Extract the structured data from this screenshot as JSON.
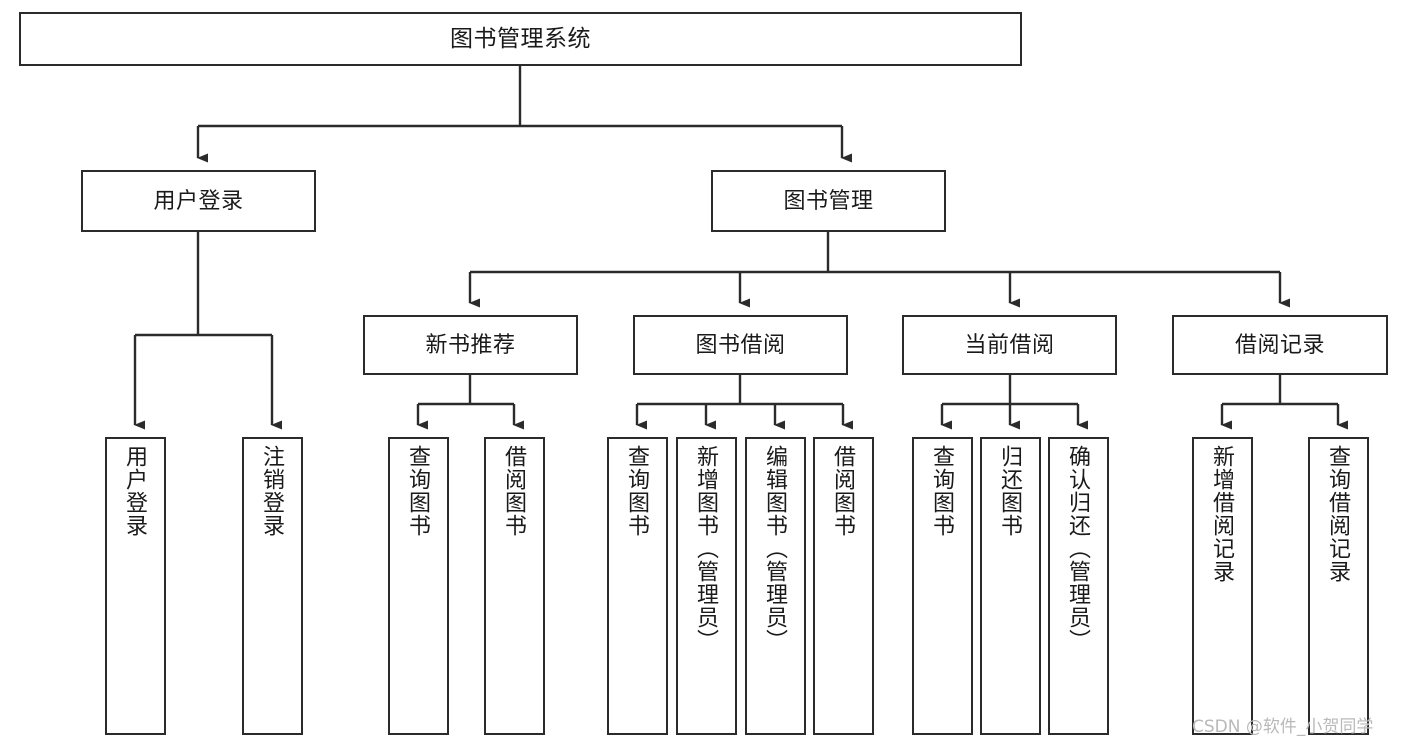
{
  "diagram": {
    "type": "tree",
    "title": "图书管理系统",
    "orientation": "top-down",
    "colors": {
      "box_border": "#2b2b2b",
      "box_fill": "#ffffff",
      "edge": "#2b2b2b",
      "text": "#1a1a1a",
      "watermark": "#b9b9b9",
      "background": "#ffffff"
    }
  },
  "watermark": {
    "text": "CSDN @软件_小贺同学"
  },
  "nodes": {
    "root": {
      "label": "图书管理系统"
    },
    "level2": [
      {
        "id": "user-login",
        "label": "用户登录"
      },
      {
        "id": "book-manage",
        "label": "图书管理"
      }
    ],
    "level3": [
      {
        "id": "new-book-recommend",
        "label": "新书推荐"
      },
      {
        "id": "book-borrow",
        "label": "图书借阅"
      },
      {
        "id": "current-borrow",
        "label": "当前借阅"
      },
      {
        "id": "borrow-record",
        "label": "借阅记录"
      }
    ],
    "leaves": {
      "user-login": [
        {
          "id": "leaf-user-login",
          "label": "用户登录"
        },
        {
          "id": "leaf-logout-login",
          "label": "注销登录"
        }
      ],
      "new-book-recommend": [
        {
          "id": "leaf-query-book-1",
          "label": "查询图书"
        },
        {
          "id": "leaf-borrow-book-1",
          "label": "借阅图书"
        }
      ],
      "book-borrow": [
        {
          "id": "leaf-query-book-2",
          "label": "查询图书"
        },
        {
          "id": "leaf-add-book",
          "label": "新增图书（管理员）"
        },
        {
          "id": "leaf-edit-book",
          "label": "编辑图书（管理员）"
        },
        {
          "id": "leaf-borrow-book-2",
          "label": "借阅图书"
        }
      ],
      "current-borrow": [
        {
          "id": "leaf-query-book-3",
          "label": "查询图书"
        },
        {
          "id": "leaf-return-book",
          "label": "归还图书"
        },
        {
          "id": "leaf-confirm-return",
          "label": "确认归还（管理员）"
        }
      ],
      "borrow-record": [
        {
          "id": "leaf-add-record",
          "label": "新增借阅记录"
        },
        {
          "id": "leaf-query-record",
          "label": "查询借阅记录"
        }
      ]
    }
  }
}
